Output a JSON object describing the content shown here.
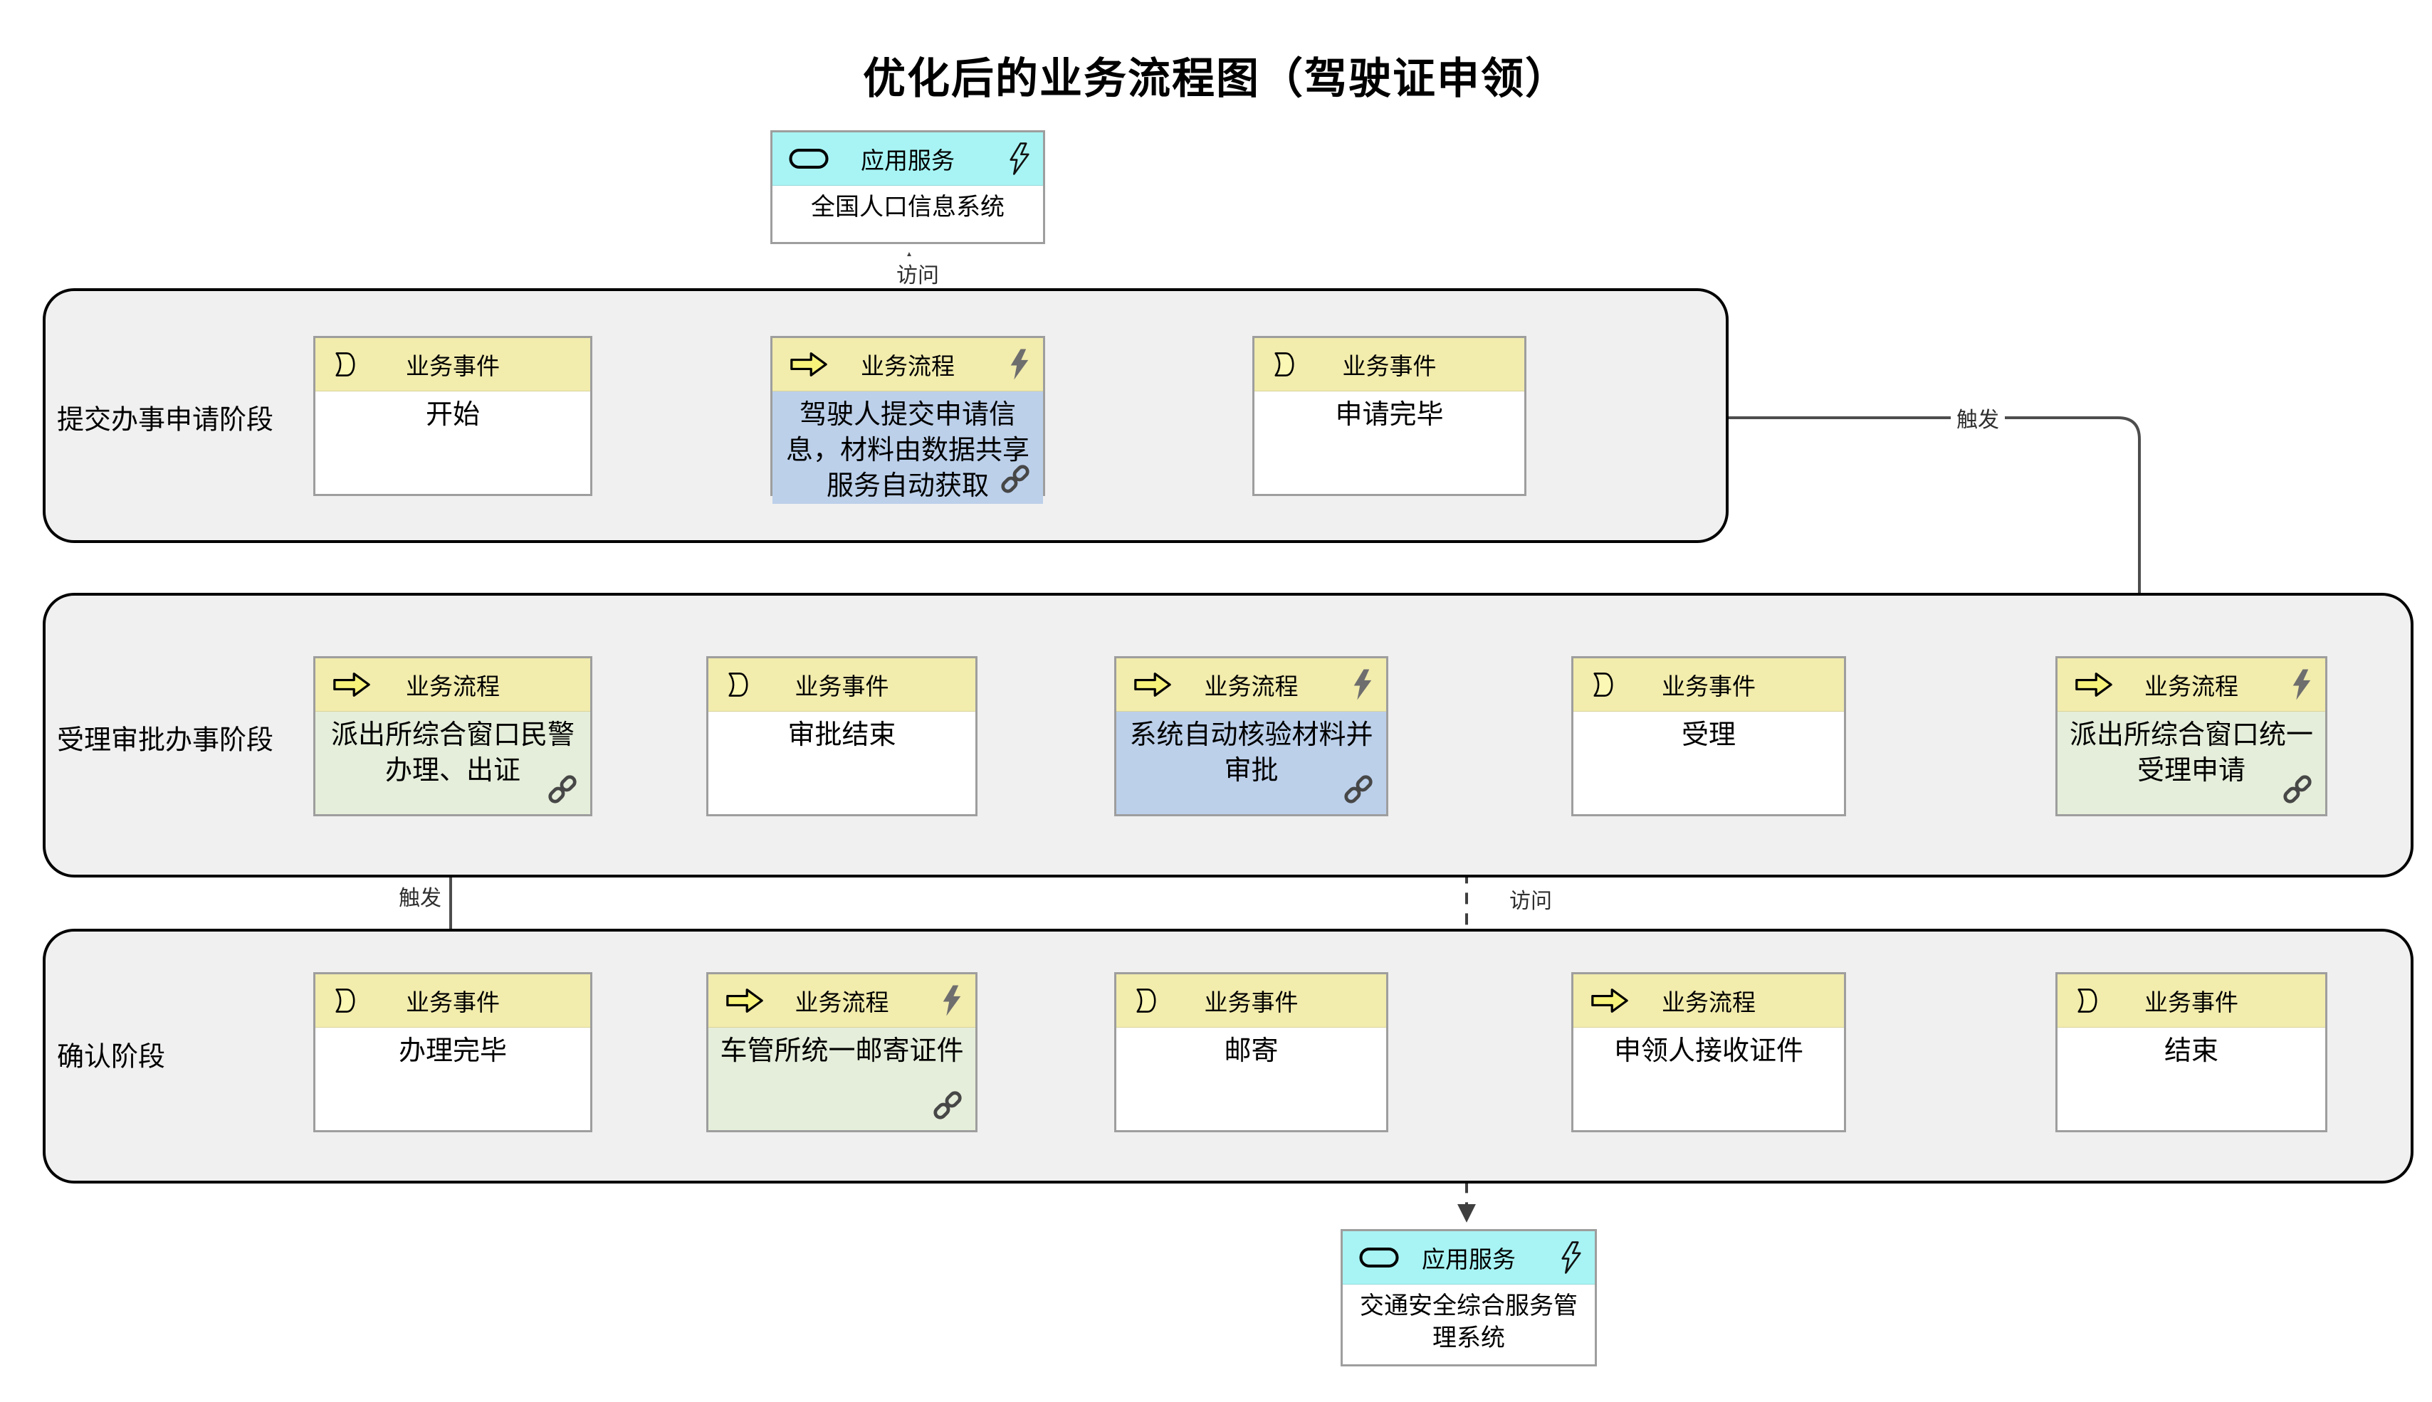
{
  "title": "优化后的业务流程图（驾驶证申领）",
  "labels": {
    "trigger": "触发",
    "access": "访问"
  },
  "services": {
    "top": {
      "type": "应用服务",
      "name": "全国人口信息系统"
    },
    "bottom": {
      "type": "应用服务",
      "name": "交通安全综合服务管理系统"
    }
  },
  "lanes": [
    {
      "label": "提交办事申请阶段",
      "nodes": [
        {
          "type": "业务事件",
          "name": "开始"
        },
        {
          "type": "业务流程",
          "name": "驾驶人提交申请信息，材料由数据共享服务自动获取"
        },
        {
          "type": "业务事件",
          "name": "申请完毕"
        }
      ]
    },
    {
      "label": "受理审批办事阶段",
      "nodes": [
        {
          "type": "业务流程",
          "name": "派出所综合窗口民警办理、出证"
        },
        {
          "type": "业务事件",
          "name": "审批结束"
        },
        {
          "type": "业务流程",
          "name": "系统自动核验材料并审批"
        },
        {
          "type": "业务事件",
          "name": "受理"
        },
        {
          "type": "业务流程",
          "name": "派出所综合窗口统一受理申请"
        }
      ]
    },
    {
      "label": "确认阶段",
      "nodes": [
        {
          "type": "业务事件",
          "name": "办理完毕"
        },
        {
          "type": "业务流程",
          "name": "车管所统一邮寄证件"
        },
        {
          "type": "业务事件",
          "name": "邮寄"
        },
        {
          "type": "业务流程",
          "name": "申领人接收证件"
        },
        {
          "type": "业务事件",
          "name": "结束"
        }
      ]
    }
  ],
  "connections": [
    {
      "from": "开始",
      "to": "驾驶人提交申请信息，材料由数据共享服务自动获取",
      "label": "触发",
      "style": "solid"
    },
    {
      "from": "驾驶人提交申请信息，材料由数据共享服务自动获取",
      "to": "申请完毕",
      "label": "触发",
      "style": "solid"
    },
    {
      "from": "驾驶人提交申请信息，材料由数据共享服务自动获取",
      "to": "全国人口信息系统",
      "label": "访问",
      "style": "dashed"
    },
    {
      "from": "申请完毕",
      "to": "派出所综合窗口统一受理申请",
      "label": "触发",
      "style": "solid"
    },
    {
      "from": "派出所综合窗口统一受理申请",
      "to": "受理",
      "label": "触发",
      "style": "solid"
    },
    {
      "from": "受理",
      "to": "系统自动核验材料并审批",
      "label": "触发",
      "style": "solid"
    },
    {
      "from": "系统自动核验材料并审批",
      "to": "审批结束",
      "label": "触发",
      "style": "solid"
    },
    {
      "from": "系统自动核验材料并审批",
      "to": "交通安全综合服务管理系统",
      "label": "访问",
      "style": "dashed"
    },
    {
      "from": "审批结束",
      "to": "派出所综合窗口民警办理、出证",
      "label": "触发",
      "style": "solid"
    },
    {
      "from": "派出所综合窗口民警办理、出证",
      "to": "办理完毕",
      "label": "触发",
      "style": "solid"
    },
    {
      "from": "办理完毕",
      "to": "车管所统一邮寄证件",
      "label": "触发",
      "style": "solid"
    },
    {
      "from": "车管所统一邮寄证件",
      "to": "邮寄",
      "label": "触发",
      "style": "solid"
    },
    {
      "from": "邮寄",
      "to": "申领人接收证件",
      "label": "触发",
      "style": "solid"
    },
    {
      "from": "申领人接收证件",
      "to": "结束",
      "label": "触发",
      "style": "solid"
    }
  ],
  "colors": {
    "header_yellow": "#f2ecad",
    "header_cyan": "#a8f4f4",
    "body_blue": "#bcd0ea",
    "body_green": "#e5eeda",
    "lane_fill": "#f0f0f0",
    "edge_stroke": "#4d4d4d"
  }
}
